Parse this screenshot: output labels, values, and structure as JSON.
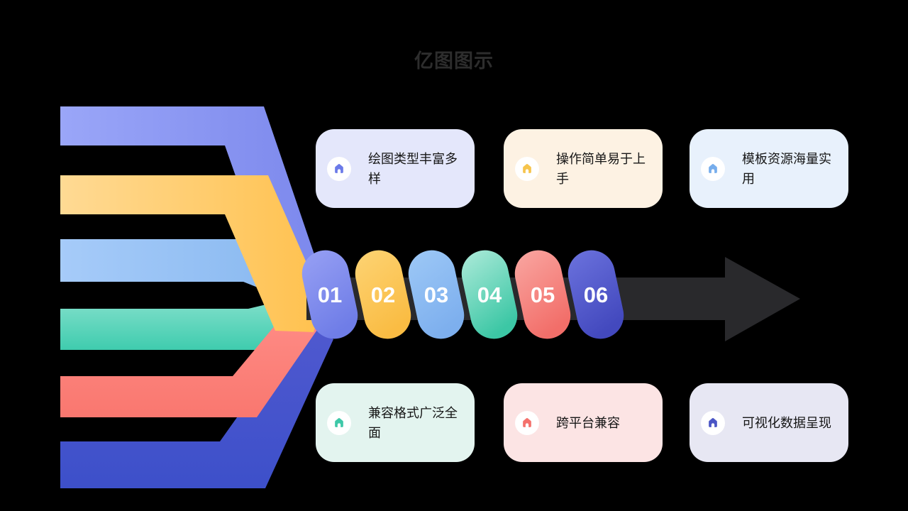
{
  "title": "亿图图示",
  "timeline": {
    "arrow_color": "#29292C",
    "steps": [
      {
        "number": "01",
        "color_top": "#97A0F4",
        "color_bottom": "#6F7DE7"
      },
      {
        "number": "02",
        "color_top": "#FDD373",
        "color_bottom": "#FABC43"
      },
      {
        "number": "03",
        "color_top": "#9DC8F6",
        "color_bottom": "#7DAFEE"
      },
      {
        "number": "04",
        "color_top": "#ACEAD9",
        "color_bottom": "#3CC7A5"
      },
      {
        "number": "05",
        "color_top": "#F9A6A1",
        "color_bottom": "#F26E69"
      },
      {
        "number": "06",
        "color_top": "#6B72DD",
        "color_bottom": "#4349BE"
      }
    ]
  },
  "ribbons": [
    {
      "name": "periwinkle",
      "color_start": "#9AA6F8",
      "color_end": "#7B87EC"
    },
    {
      "name": "yellow",
      "color_start": "#FFDA94",
      "color_end": "#FFC14E"
    },
    {
      "name": "light-blue",
      "color_start": "#A6CBF9",
      "color_end": "#86B7EF"
    },
    {
      "name": "teal",
      "color_start": "#8BE2CF",
      "color_end": "#3FCCAE"
    },
    {
      "name": "coral",
      "color_start": "#FF8E88",
      "color_end": "#F9776F"
    },
    {
      "name": "indigo",
      "color_start": "#5059CF",
      "color_end": "#3D50CA"
    }
  ],
  "cards": [
    {
      "text": "绘图类型丰富多样",
      "bg": "#E4E7FB",
      "icon": "home-icon",
      "icon_color": "#6B7AE8"
    },
    {
      "text": "操作简单易于上手",
      "bg": "#FDF2E3",
      "icon": "home-icon",
      "icon_color": "#F6C44C"
    },
    {
      "text": "模板资源海量实用",
      "bg": "#E8F1FC",
      "icon": "home-icon",
      "icon_color": "#76ADEC"
    },
    {
      "text": "兼容格式广泛全面",
      "bg": "#E3F4EF",
      "icon": "home-icon",
      "icon_color": "#3EC8A8"
    },
    {
      "text": "跨平台兼容",
      "bg": "#FCE4E4",
      "icon": "home-icon",
      "icon_color": "#F4716C"
    },
    {
      "text": "可视化数据呈现",
      "bg": "#E7E7F3",
      "icon": "home-icon",
      "icon_color": "#4A55C5"
    }
  ]
}
